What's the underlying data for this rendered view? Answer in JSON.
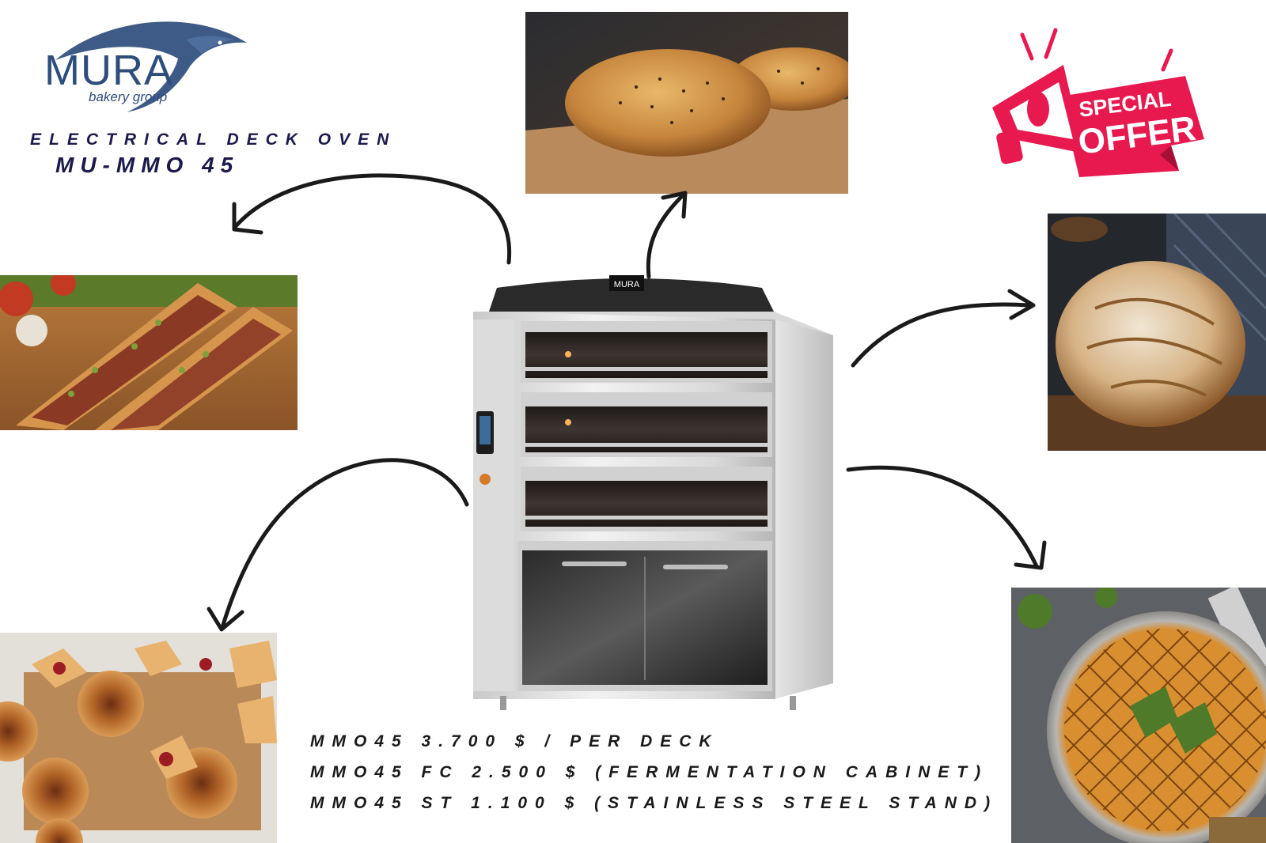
{
  "brand": {
    "name": "MURA",
    "tagline": "bakery group",
    "color": "#2d4d7c"
  },
  "heading": {
    "line1": "ELECTRICAL DECK OVEN",
    "line2": "MU-MMO 45",
    "color": "#1c1a4a"
  },
  "oven": {
    "badge_text": "MURA"
  },
  "offer": {
    "line1": "SPECIAL",
    "line2": "OFFER",
    "color": "#e8194f"
  },
  "images": [
    {
      "name": "pide-bread-photo"
    },
    {
      "name": "pide-meat-photo"
    },
    {
      "name": "sourdough-loaf-photo"
    },
    {
      "name": "pastries-photo"
    },
    {
      "name": "baklava-photo"
    }
  ],
  "prices": [
    "MMO45 3.700 $ / PER DECK",
    "MMO45 FC 2.500 $ (FERMENTATION CABINET)",
    "MMO45 ST 1.100 $ (STAINLESS STEEL STAND)"
  ]
}
